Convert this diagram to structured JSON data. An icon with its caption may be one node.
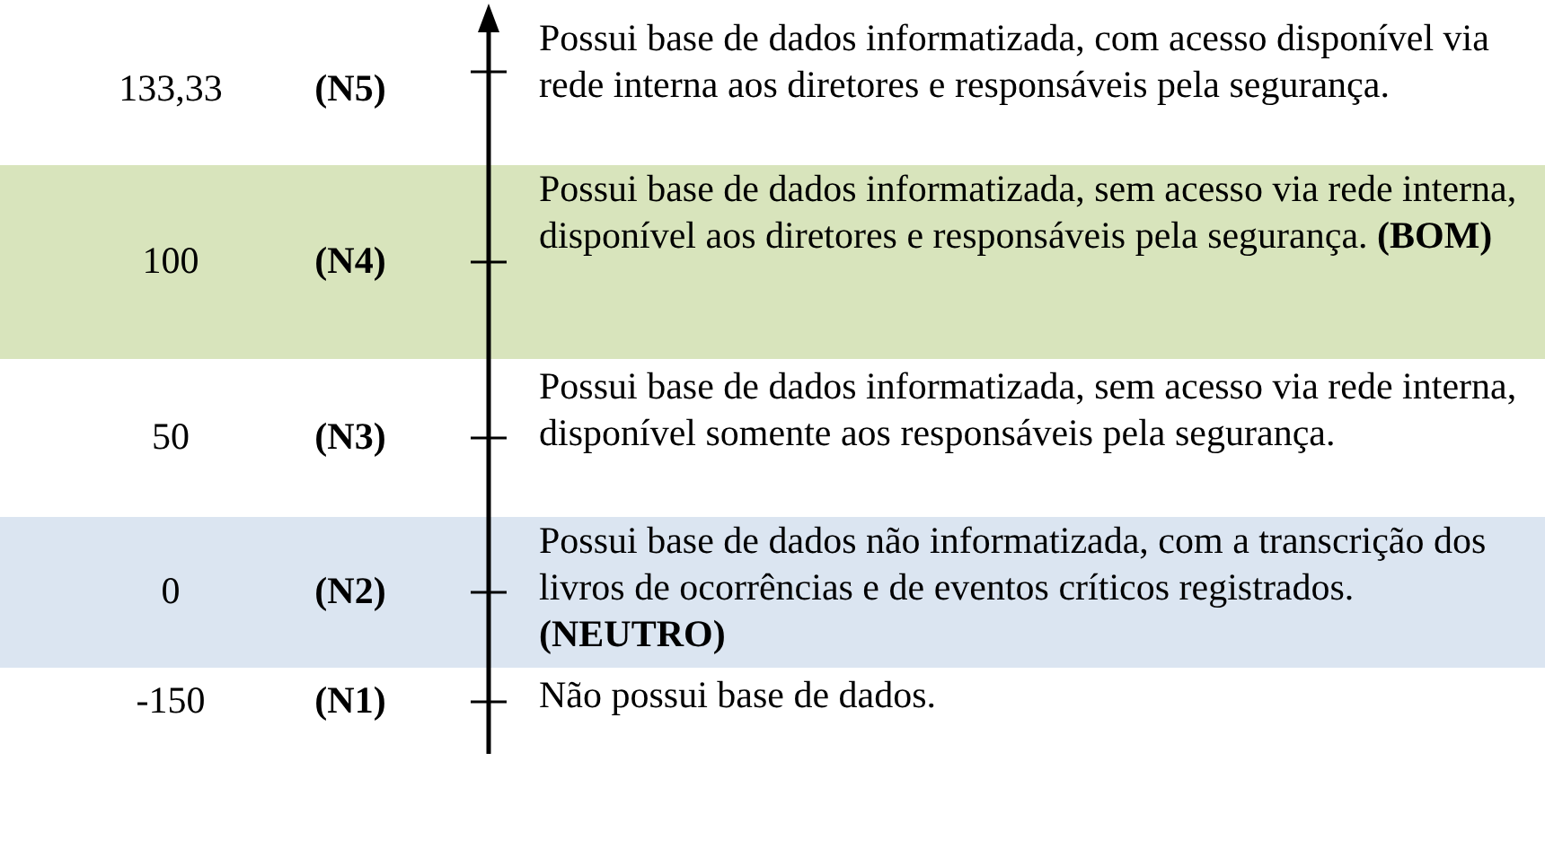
{
  "diagram": {
    "nodes": [
      {
        "text": [
          "133,33",
          "(N5)",
          "Possui base de dados informatizada, com acesso disponível via rede interna aos diretores e responsáveis pela segurança."
        ]
      },
      {
        "text": [
          "100",
          "(N4)",
          "Possui base de dados informatizada, sem acesso via rede interna, disponível aos diretores e responsáveis pela segurança. **(BOM)**"
        ]
      },
      {
        "text": [
          "50",
          "(N3)",
          "Possui base de dados informatizada, sem acesso via rede interna, disponível somente aos responsáveis pela segurança."
        ]
      },
      {
        "text": [
          "0",
          "(N2)",
          "Possui base de dados não informatizada, com a transcrição dos livros de ocorrências e de eventos críticos registrados. **(NEUTRO)**"
        ]
      },
      {
        "text": [
          "-150",
          "(N1)",
          "Não possui base de dados."
        ]
      }
    ]
  }
}
